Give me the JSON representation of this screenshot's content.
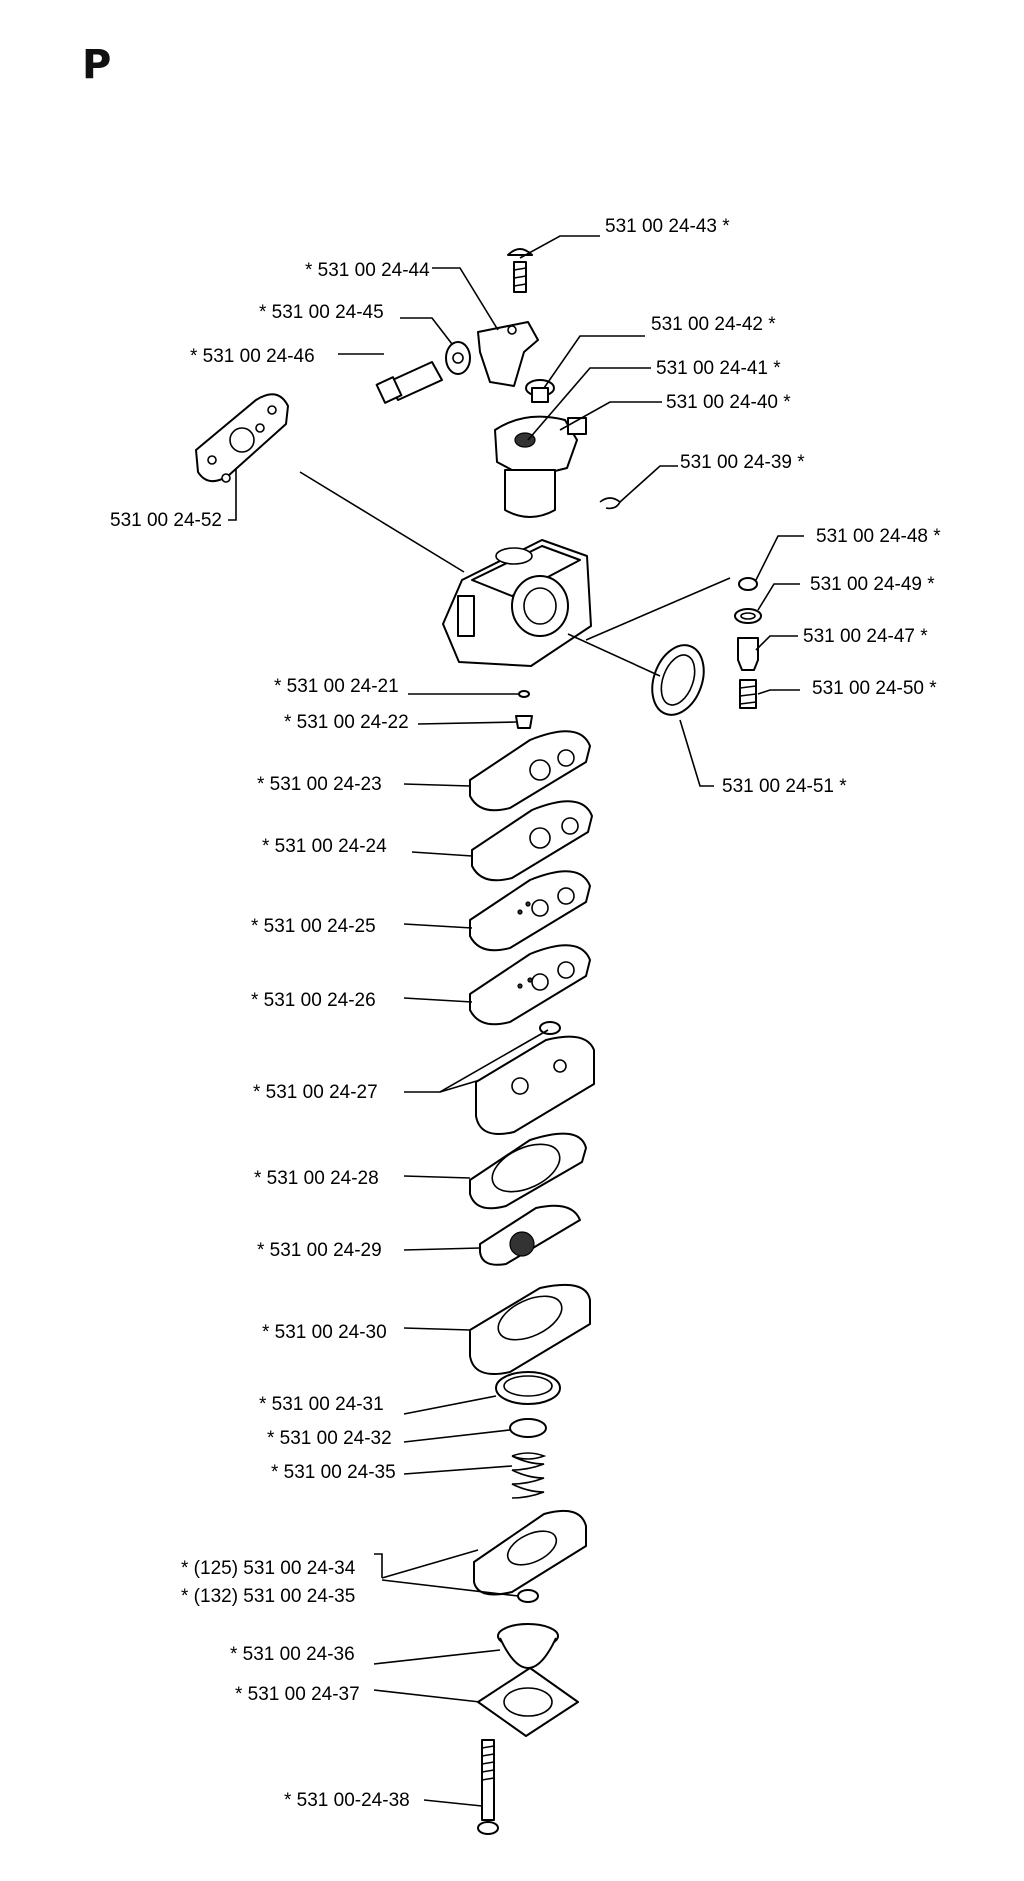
{
  "section_letter": "P",
  "labels": {
    "p43": "531 00 24-43  *",
    "p44": "*  531 00 24-44",
    "p45": "*  531 00 24-45",
    "p46": "*  531 00 24-46",
    "p42": "531 00 24-42  *",
    "p41": "531 00 24-41  *",
    "p40": "531 00 24-40  *",
    "p39": "531 00 24-39  *",
    "p52": "531 00 24-52",
    "p48": "531 00 24-48  *",
    "p49": "531 00 24-49  *",
    "p47": "531 00 24-47  *",
    "p50": "531 00 24-50  *",
    "p51": "531 00 24-51  *",
    "p21": "*  531 00 24-21",
    "p22": "*  531 00 24-22",
    "p23": "*  531 00 24-23",
    "p24": "*  531 00 24-24",
    "p25": "*  531 00 24-25",
    "p26": "*  531 00 24-26",
    "p27": "*  531 00 24-27",
    "p28": "*  531 00 24-28",
    "p29": "*  531 00 24-29",
    "p30": "*  531 00 24-30",
    "p31": "*  531 00 24-31",
    "p32": "*  531 00 24-32",
    "p35a": "*  531 00 24-35",
    "p34": "*  (125) 531 00 24-34",
    "p35b": "*  (132) 531 00 24-35",
    "p36": "*  531 00 24-36",
    "p37": "*  531 00 24-37",
    "p38": "*  531 00-24-38"
  }
}
